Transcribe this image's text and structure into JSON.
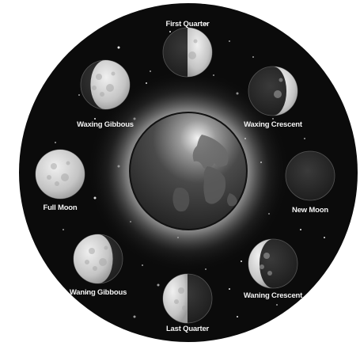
{
  "phases": [
    {
      "id": "first-quarter",
      "label": "First Quarter",
      "lit": "right-half"
    },
    {
      "id": "waxing-crescent",
      "label": "Waxing Crescent",
      "lit": "right-crescent"
    },
    {
      "id": "new-moon",
      "label": "New Moon",
      "lit": "none"
    },
    {
      "id": "waning-crescent",
      "label": "Waning Crescent",
      "lit": "left-crescent"
    },
    {
      "id": "last-quarter",
      "label": "Last Quarter",
      "lit": "left-half"
    },
    {
      "id": "waning-gibbous",
      "label": "Waning Gibbous",
      "lit": "left-gibbous"
    },
    {
      "id": "full-moon",
      "label": "Full Moon",
      "lit": "full"
    },
    {
      "id": "waxing-gibbous",
      "label": "Waxing Gibbous",
      "lit": "right-gibbous"
    }
  ],
  "colors": {
    "background": "#0b0b0b",
    "moon_lit": "#d9d9d9",
    "moon_dark": "#2b2b2b",
    "glow": "#ffffff",
    "earth": "#3a3a3a",
    "label": "#f2f2f2"
  }
}
